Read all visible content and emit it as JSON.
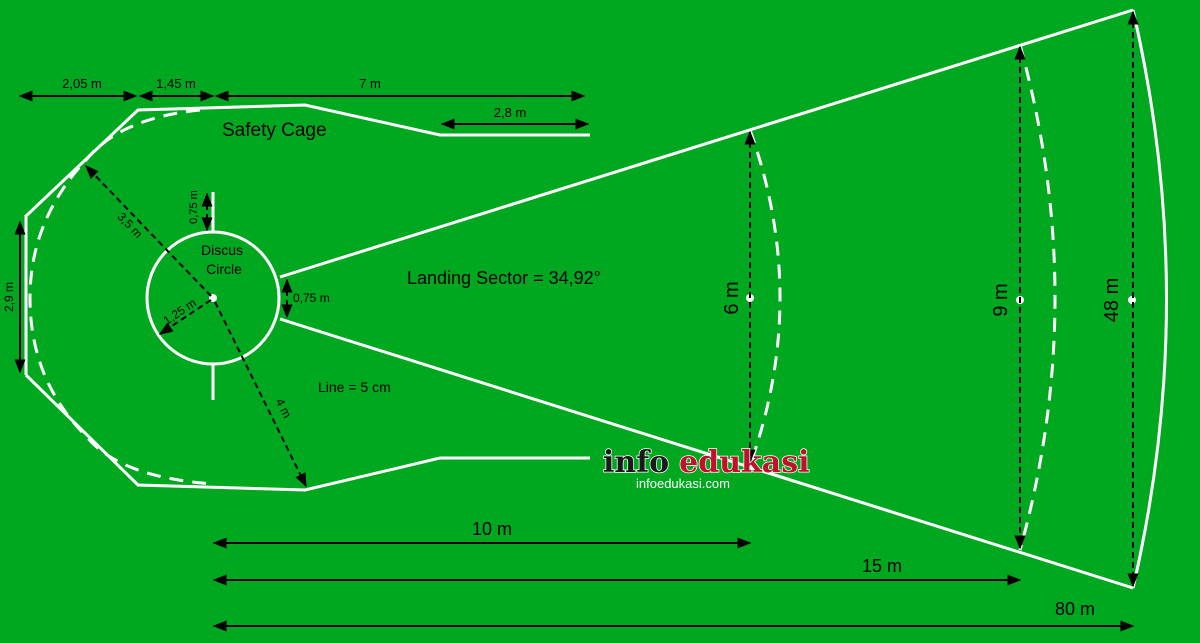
{
  "title": "Safety Cage",
  "circle_label_1": "Discus",
  "circle_label_2": "Circle",
  "sector_label": "Landing Sector = 34,92°",
  "line_note": "Line = 5 cm",
  "dimensions": {
    "cage_back": "2,05 m",
    "cage_mid": "1,45 m",
    "cage_length": "7 m",
    "cage_opening": "2,8 m",
    "cage_width": "2,9 m",
    "cage_radius": "3,5 m",
    "circle_radius": "1,25 m",
    "stub_length_top": "0,75 m",
    "stub_length_side": "0,75 m",
    "front_distance": "4 m",
    "arc_6": "6 m",
    "arc_9": "9 m",
    "arc_48": "48 m",
    "dist_10": "10 m",
    "dist_15": "15 m",
    "dist_80": "80 m"
  },
  "watermark": {
    "brand_part1": "info",
    "brand_part2": "edukasi",
    "url": "infoedukasi.com"
  },
  "colors": {
    "field": "#00a81f",
    "lines": "#ffffff",
    "dimension": "#000000",
    "watermark_dark": "#1a1a1a",
    "watermark_red": "#c0102a"
  }
}
